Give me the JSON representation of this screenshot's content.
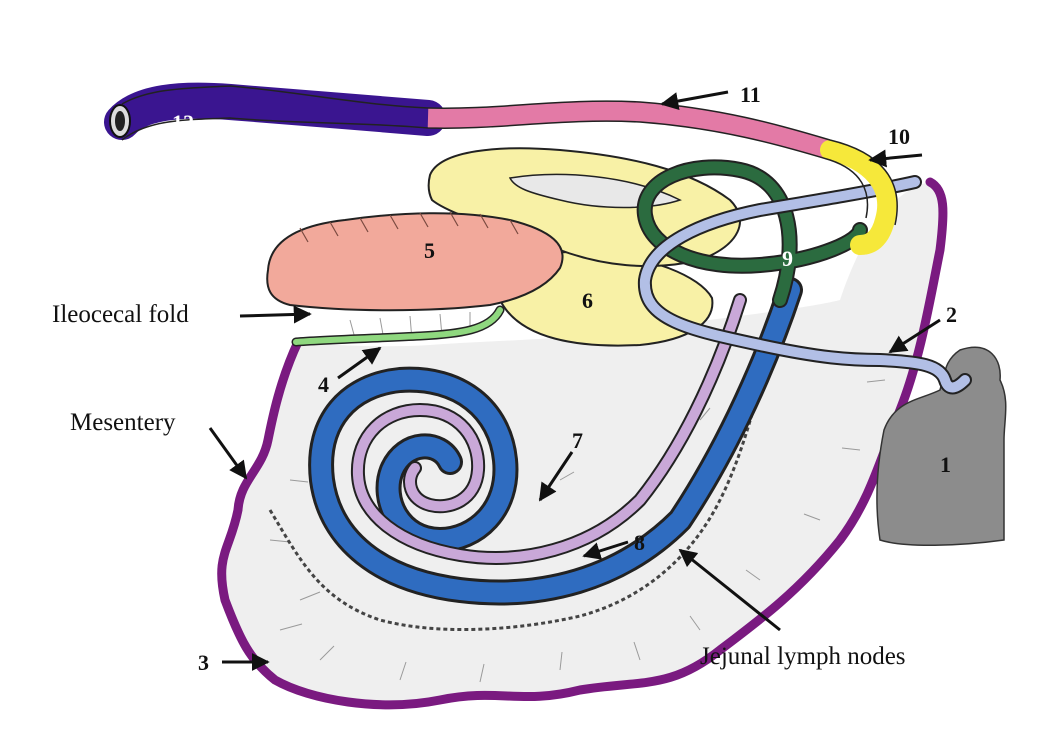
{
  "labels": {
    "n1": "1",
    "n2": "2",
    "n3": "3",
    "n4": "4",
    "n5": "5",
    "n6": "6",
    "n7": "7",
    "n8": "8",
    "n9": "9",
    "n10": "10",
    "n11": "11",
    "n12": "12",
    "ileocecal_fold": "Ileocecal fold",
    "mesentery": "Mesentery",
    "jejunal_lymph_nodes": "Jejunal lymph nodes"
  },
  "colors": {
    "rectum": "#3a1590",
    "descending_colon": "#e37aa6",
    "transverse_colon": "#f6e83a",
    "ascending_colon_loops": "#2b6b3f",
    "duodenum": "#b2bfe6",
    "cecum": "#f8f1a6",
    "ileum": "#f2a99b",
    "ileocecal_fold_line": "#8fd87f",
    "ileum_inner": "#c9a8d8",
    "jejunum": "#2f6cc0",
    "mesentery_border": "#7a1a80",
    "mesentery_fill": "#efefef",
    "stomach": "#8c8c8c"
  },
  "icons": {
    "arrow": "arrow-icon",
    "lumen": "lumen-opening-icon"
  }
}
